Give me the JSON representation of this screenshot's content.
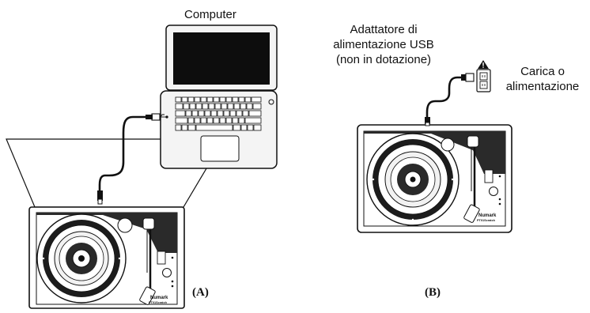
{
  "labels": {
    "computer": "Computer",
    "adapter": [
      "Adattatore di",
      "alimentazione USB",
      "(non in dotazione)"
    ],
    "charge": [
      "Carica o",
      "alimentazione"
    ],
    "caption_a": "(A)",
    "caption_b": "(B)"
  },
  "brand": {
    "name": "Numark",
    "model": "PT01Scratch"
  },
  "colors": {
    "line": "#111111",
    "screen": "#0d0d0d",
    "deck": "#2a2a2a",
    "platter": "#1c1c1c"
  },
  "icons": [
    "laptop-icon",
    "turntable-icon",
    "usb-plug-icon",
    "wall-outlet-icon",
    "warning-icon",
    "usb-port-icon"
  ]
}
